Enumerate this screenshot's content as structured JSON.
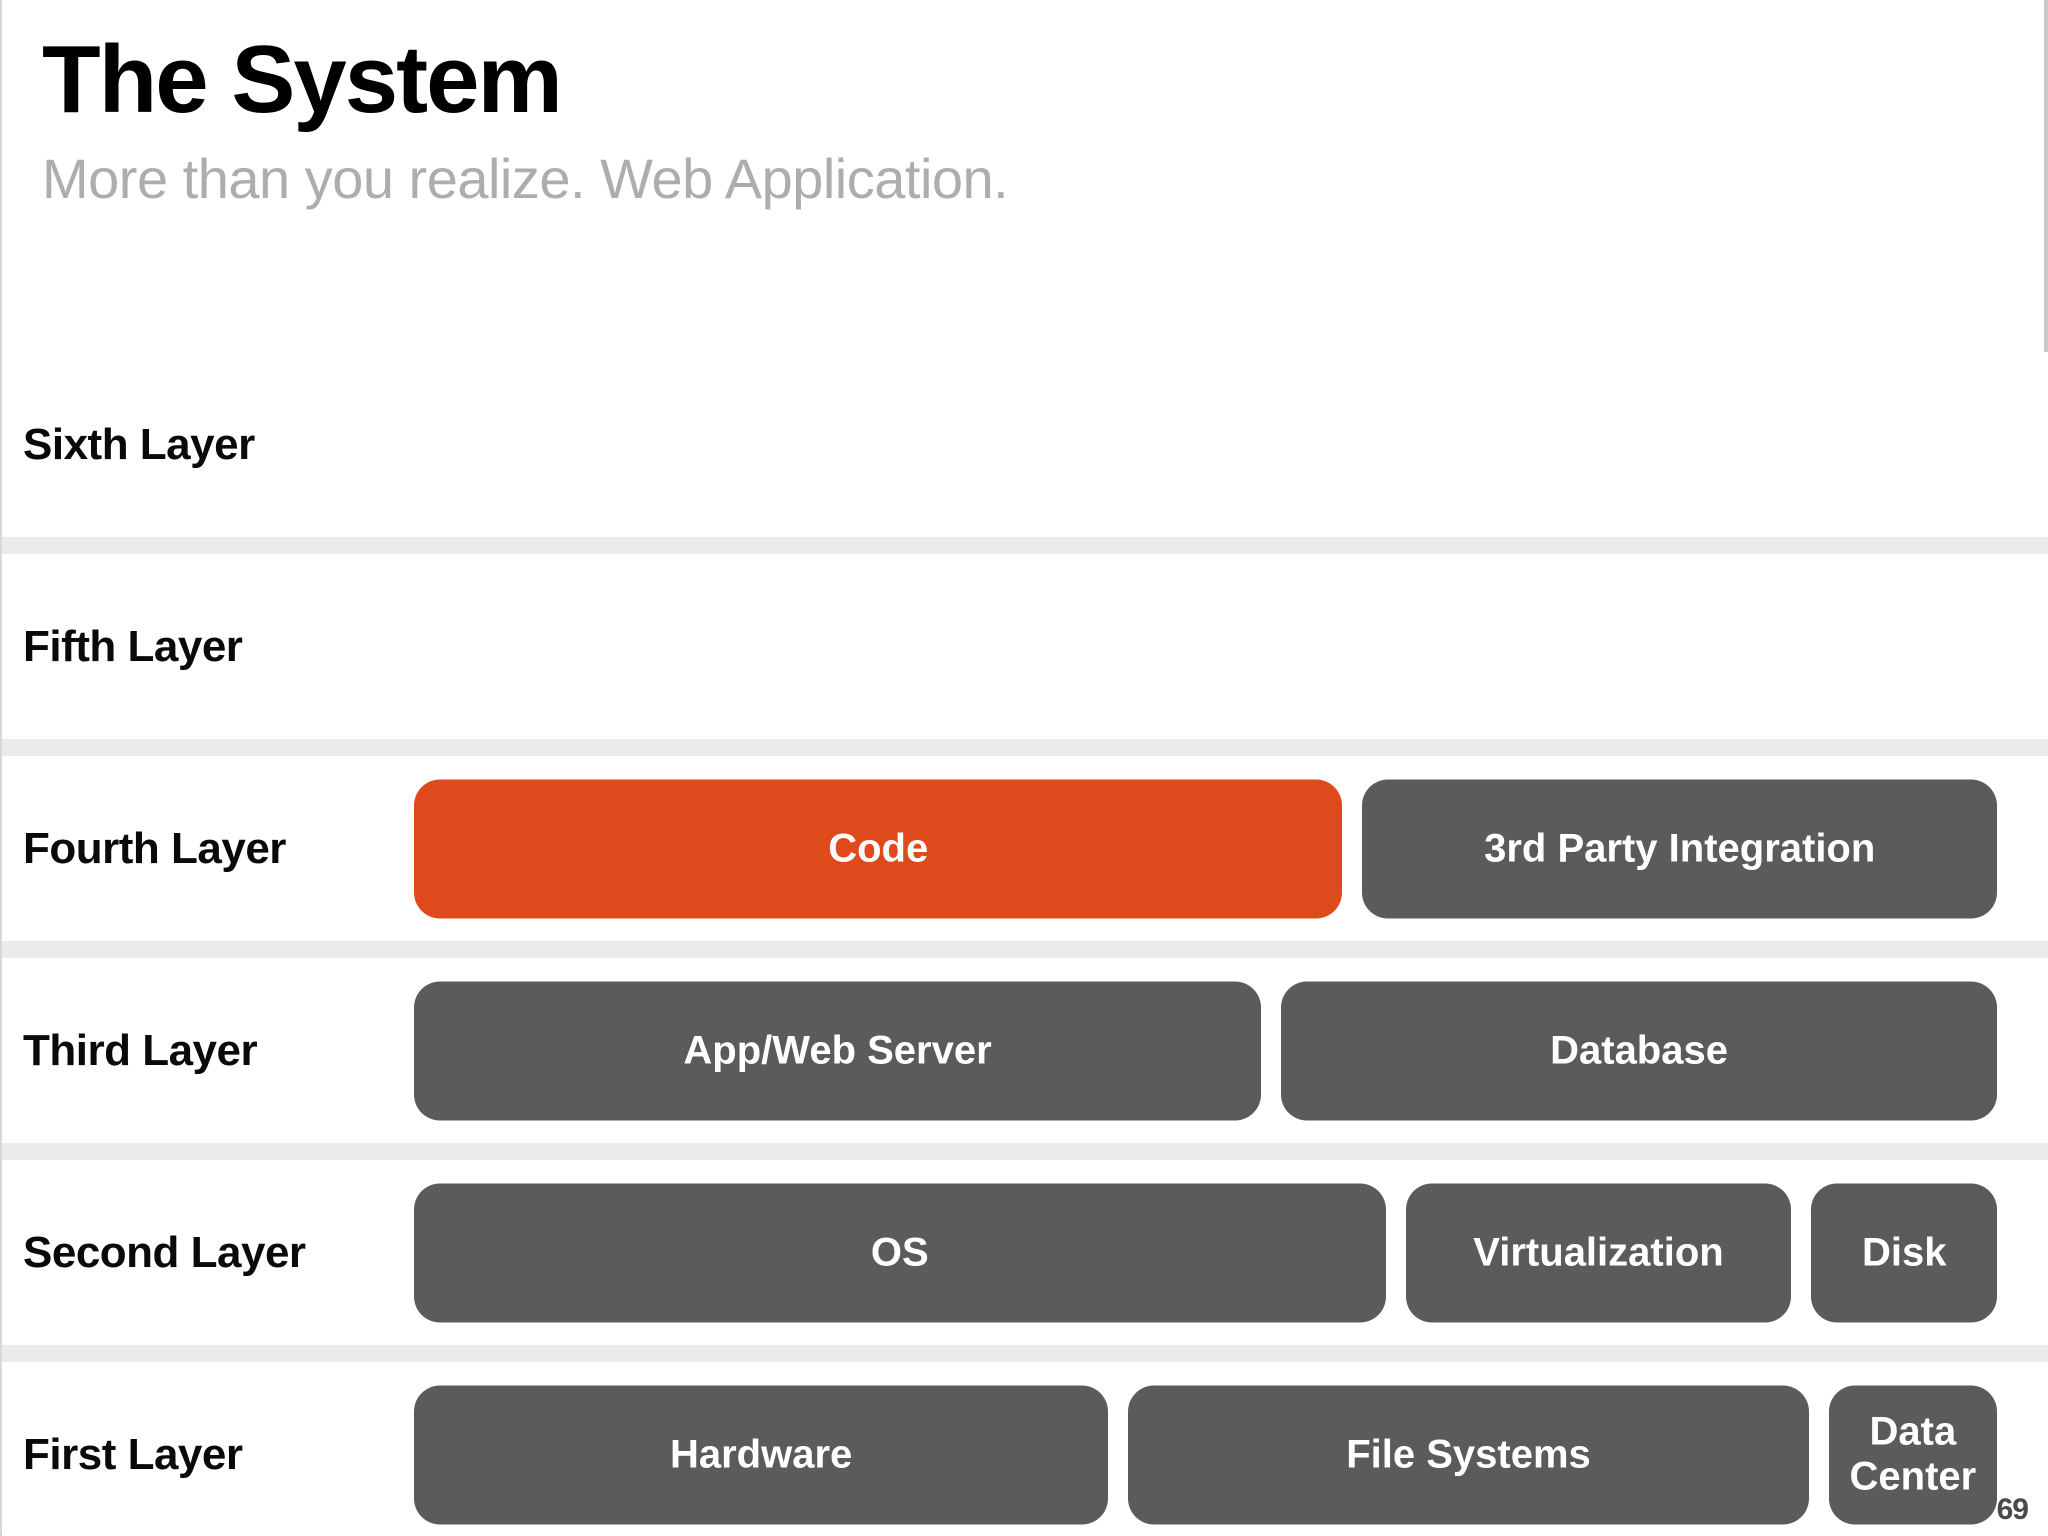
{
  "header": {
    "title": "The System",
    "subtitle": "More than you realize. Web Application."
  },
  "colors": {
    "accent_orange": "#DE4A1B",
    "block_gray": "#5B5B5B",
    "separator_gray": "#EBEBEB",
    "subtitle_gray": "#ADADAD",
    "page_number_gray": "#4A4A4A",
    "background": "#FFFFFF"
  },
  "layers": [
    {
      "label": "Sixth Layer",
      "blocks": []
    },
    {
      "label": "Fifth Layer",
      "blocks": []
    },
    {
      "label": "Fourth Layer",
      "blocks": [
        {
          "label": "Code",
          "accent": true,
          "flex": 59
        },
        {
          "label": "3rd Party Integration",
          "accent": false,
          "flex": 40
        }
      ]
    },
    {
      "label": "Third Layer",
      "blocks": [
        {
          "label": "App/Web Server",
          "accent": false,
          "flex": 57
        },
        {
          "label": "Database",
          "accent": false,
          "flex": 48
        }
      ]
    },
    {
      "label": "Second Layer",
      "blocks": [
        {
          "label": "OS",
          "accent": false,
          "flex": 62
        },
        {
          "label": "Virtualization",
          "accent": false,
          "flex": 24
        },
        {
          "label": "Disk",
          "accent": false,
          "flex": 11
        }
      ]
    },
    {
      "label": "First Layer",
      "blocks": [
        {
          "label": "Hardware",
          "accent": false,
          "flex": 49
        },
        {
          "label": "File Systems",
          "accent": false,
          "flex": 48
        },
        {
          "label": "Data\nCenter",
          "accent": false,
          "flex": 11
        }
      ]
    }
  ],
  "footer": {
    "page_number": "69"
  }
}
